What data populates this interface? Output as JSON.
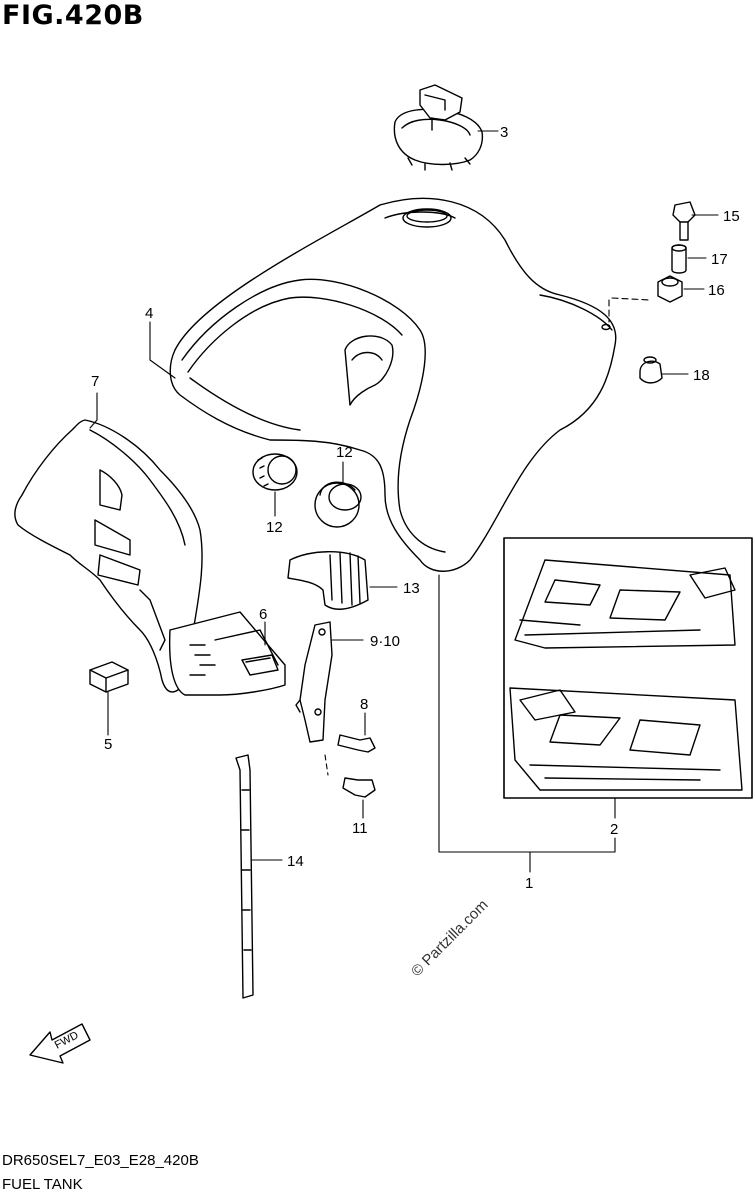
{
  "figure": {
    "title": "FIG.420B",
    "code": "DR650SEL7_E03_E28_420B",
    "caption": "FUEL TANK",
    "copyright": "© Partzilla.com",
    "fwd_label": "FWD"
  },
  "callouts": {
    "c1": "1",
    "c2": "2",
    "c3": "3",
    "c4": "4",
    "c5": "5",
    "c6": "6",
    "c7": "7",
    "c8": "8",
    "c9_10": "9·10",
    "c11": "11",
    "c12a": "12",
    "c12b": "12",
    "c13": "13",
    "c14": "14",
    "c15": "15",
    "c16": "16",
    "c17": "17",
    "c18": "18"
  }
}
